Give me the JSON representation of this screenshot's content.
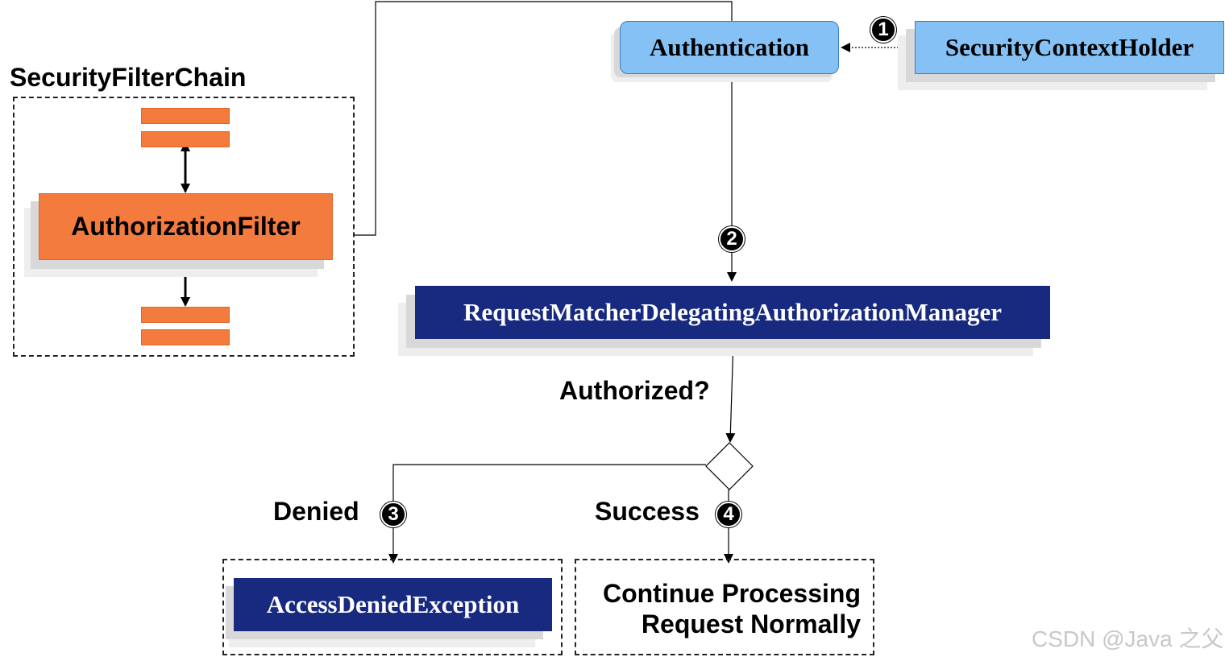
{
  "filter_chain": {
    "title": "SecurityFilterChain",
    "filter_label": "AuthorizationFilter"
  },
  "authentication": {
    "label": "Authentication"
  },
  "security_context_holder": {
    "label": "SecurityContextHolder"
  },
  "manager": {
    "label": "RequestMatcherDelegatingAuthorizationManager"
  },
  "decision": {
    "question": "Authorized?"
  },
  "branches": {
    "denied": {
      "label": "Denied",
      "step": "3",
      "target": "AccessDeniedException"
    },
    "success": {
      "label": "Success",
      "step": "4",
      "target_line1": "Continue Processing",
      "target_line2": "Request Normally"
    }
  },
  "steps": {
    "one": "1",
    "two": "2"
  },
  "watermark": "CSDN @Java 之父"
}
